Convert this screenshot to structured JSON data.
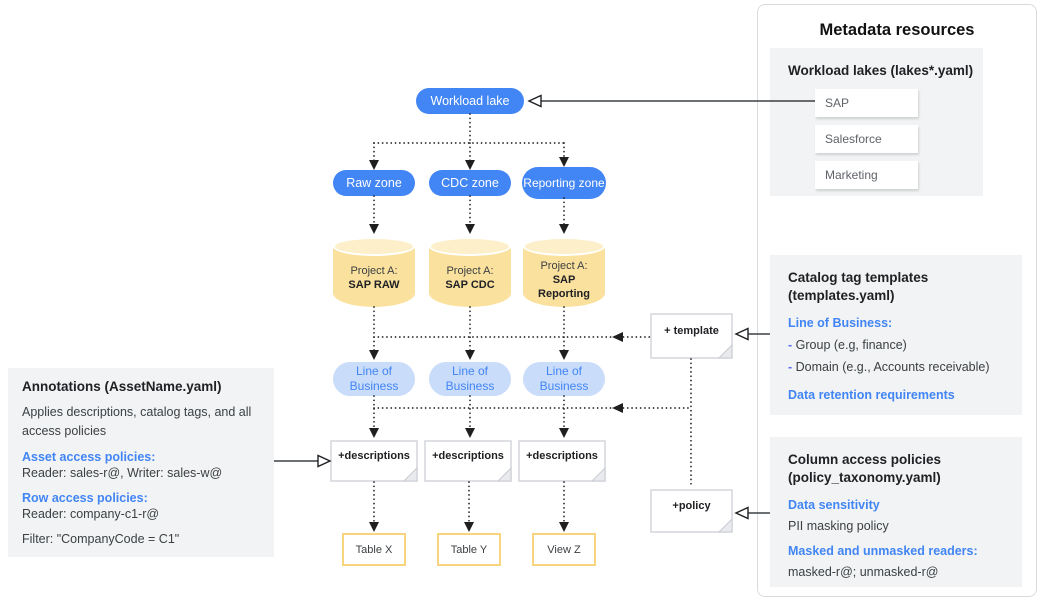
{
  "diagram": {
    "workload_lake": "Workload lake",
    "zones": [
      "Raw zone",
      "CDC zone",
      "Reporting zone"
    ],
    "projects": [
      {
        "prefix": "Project A:",
        "name": "SAP RAW"
      },
      {
        "prefix": "Project A:",
        "name": "SAP CDC"
      },
      {
        "prefix": "Project A:",
        "name": "SAP\nReporting"
      }
    ],
    "lob": [
      "Line of Business",
      "Line of Business",
      "Line of Business"
    ],
    "descriptions": [
      "+descriptions",
      "+descriptions",
      "+descriptions"
    ],
    "template_label": "+ template",
    "policy_label": "+policy",
    "outputs": [
      "Table X",
      "Table Y",
      "View Z"
    ]
  },
  "annotations_panel": {
    "title": "Annotations (AssetName.yaml)",
    "body": "Applies descriptions, catalog tags, and all access policies",
    "asset_heading": "Asset access policies:",
    "asset_line": "Reader: sales-r@, Writer: sales-w@",
    "row_heading": "Row access policies:",
    "row_line": "Reader: company-c1-r@",
    "filter_line": "Filter: \"CompanyCode = C1\""
  },
  "metadata_panel": {
    "title": "Metadata resources",
    "workload_lakes": {
      "title": "Workload lakes (lakes*.yaml)",
      "items": [
        "SAP",
        "Salesforce",
        "Marketing"
      ]
    },
    "catalog_tags": {
      "title": "Catalog tag templates (templates.yaml)",
      "heading1": "Line of Business:",
      "bullet_prefix": "-",
      "bullets": [
        "Group (e.g, finance)",
        "Domain (e.g., Accounts receivable)"
      ],
      "heading2": "Data retention requirements"
    },
    "column_policies": {
      "title": "Column access policies (policy_taxonomy.yaml)",
      "heading1": "Data sensitivity",
      "line1": "PII masking policy",
      "heading2": "Masked and unmasked readers:",
      "line2": "masked-r@; unmasked-r@"
    }
  },
  "colors": {
    "accent_blue": "#4285F4",
    "light_blue_pill": "#C9DCFA",
    "cylinder_yellow": "#FAE19E",
    "cylinder_top_yellow": "#FCEFC9",
    "table_border_yellow": "#F8D47F",
    "panel_gray": "#F1F3F4",
    "heading_blue": "#4285F4",
    "bullet_dash_blue": "#5E72EB",
    "line_dark": "#202124"
  }
}
